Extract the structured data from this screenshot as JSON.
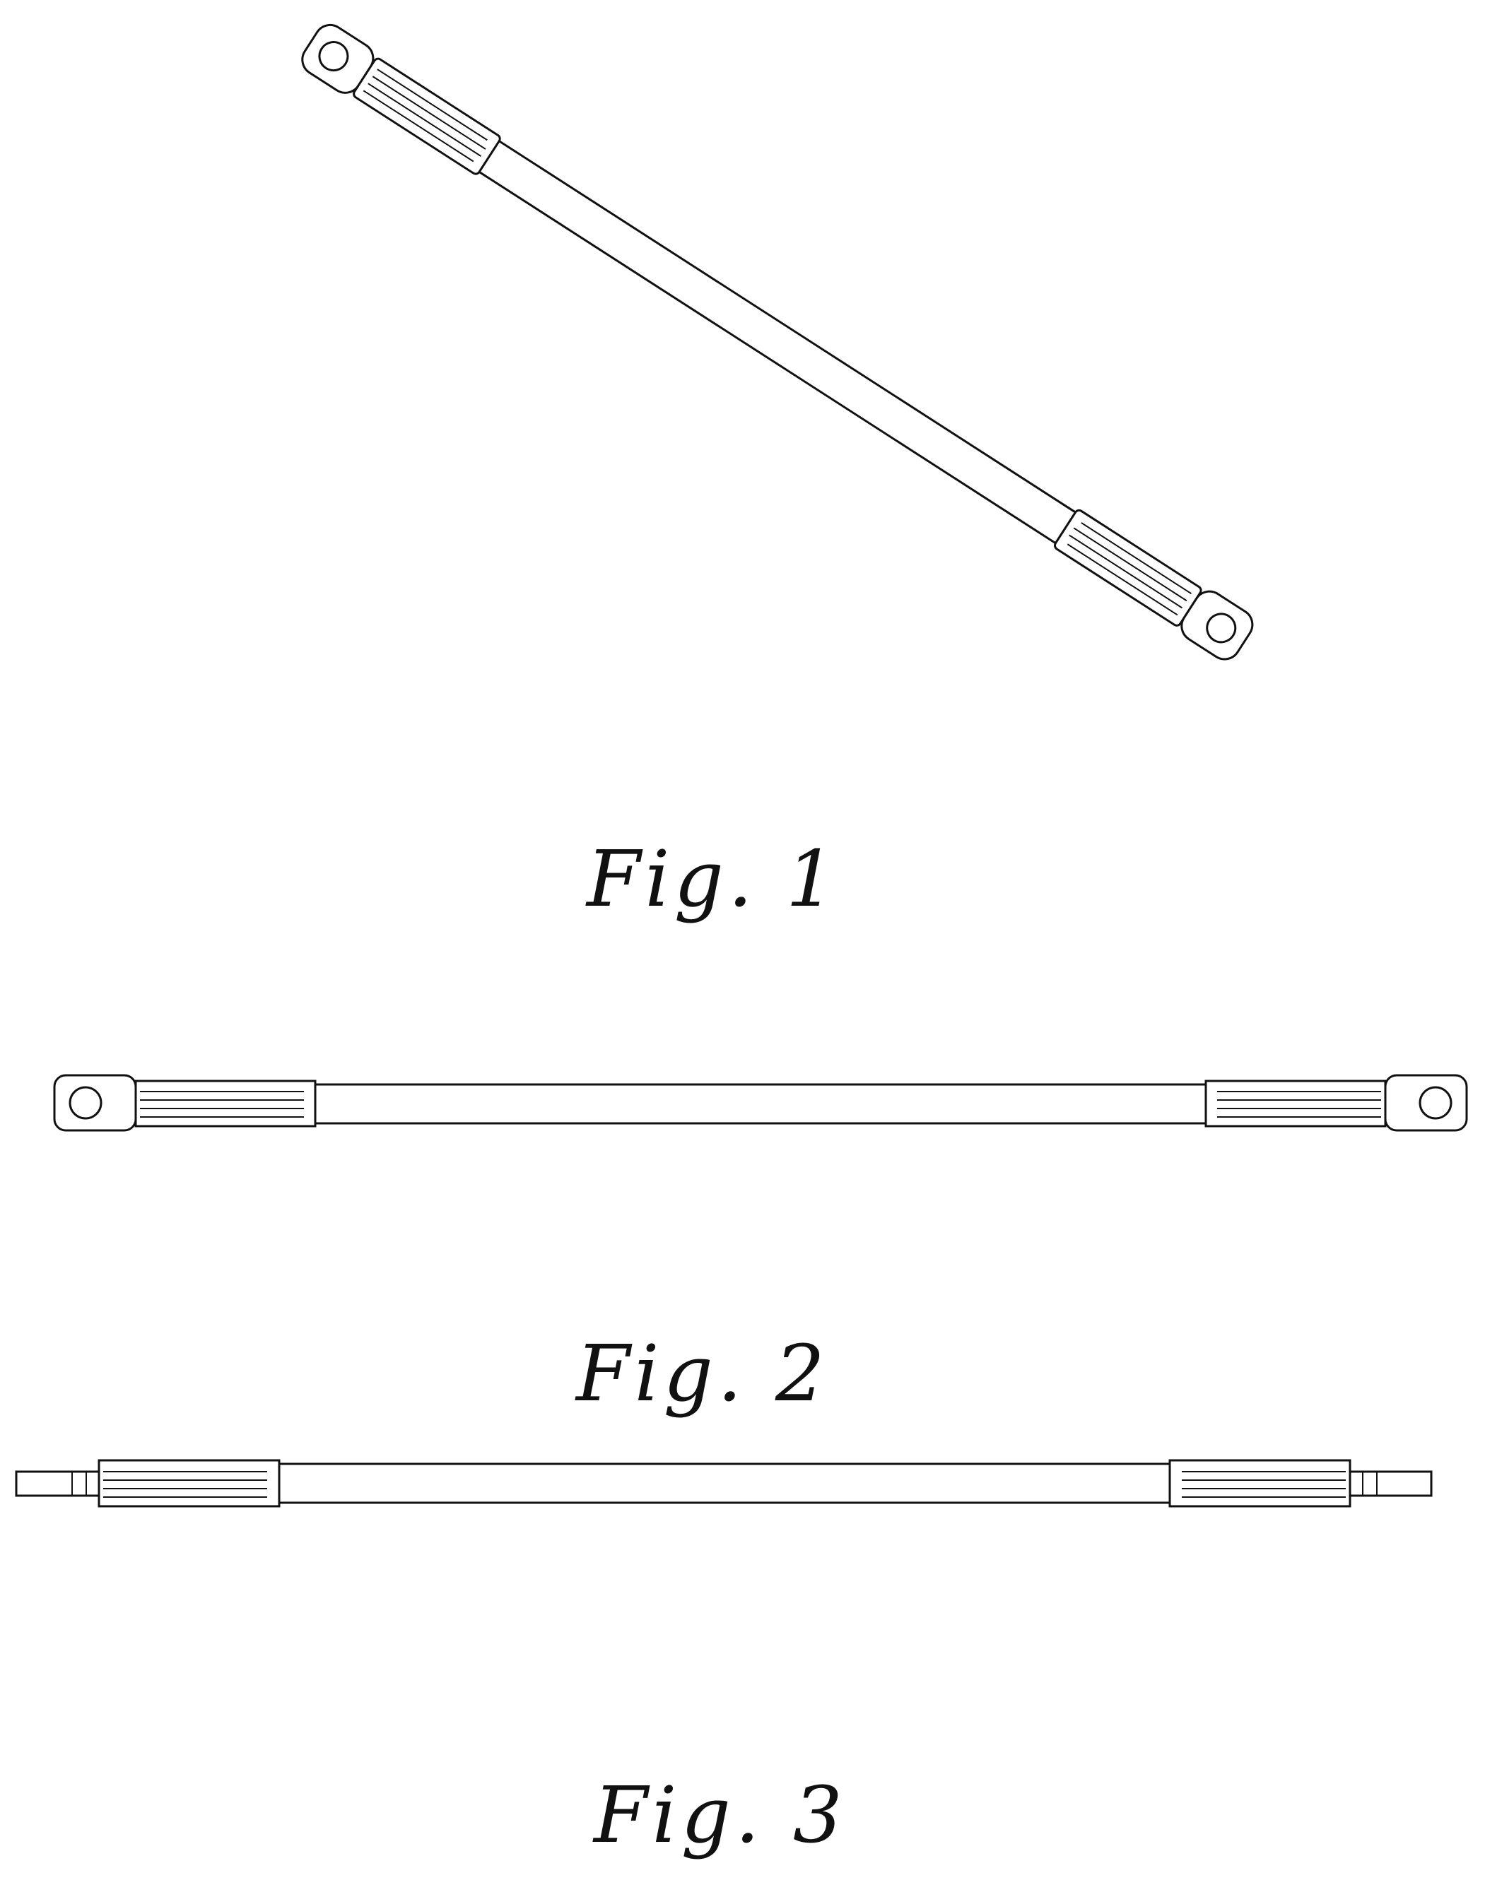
{
  "figures": [
    {
      "label": "Fig. 1",
      "view": "perspective"
    },
    {
      "label": "Fig. 2",
      "view": "top"
    },
    {
      "label": "Fig. 3",
      "view": "side"
    }
  ]
}
